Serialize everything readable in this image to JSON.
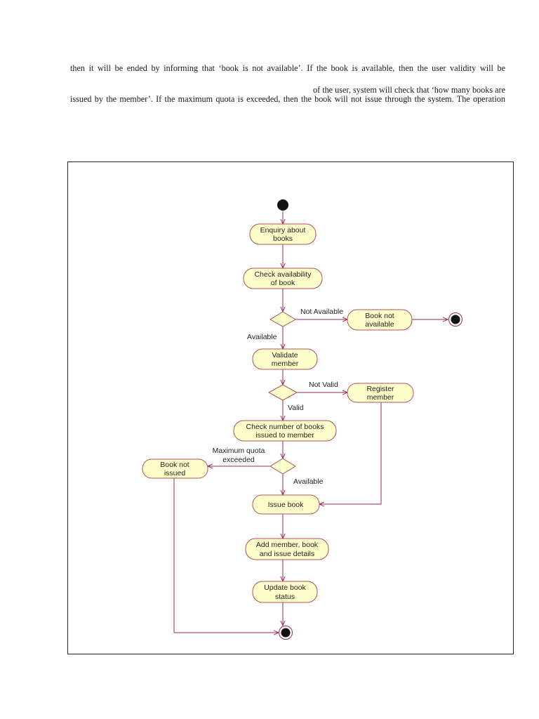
{
  "paragraph": {
    "line1": "then it will be ended by informing that ‘book is not available’. If the book is available, then the user validity will be",
    "line2": "of the user, system will check that ‘how many books are",
    "line3": "issued by the member’. If the maximum quota is exceeded, then the book will not issue through the system. The operation"
  },
  "diagram": {
    "nodes": {
      "enquiry": [
        "Enquiry about",
        "books"
      ],
      "check_availability": [
        "Check availability",
        "of book"
      ],
      "book_not_available": [
        "Book not",
        "available"
      ],
      "validate_member": [
        "Validate",
        "member"
      ],
      "register_member": [
        "Register",
        "member"
      ],
      "check_number": [
        "Check number of books",
        "issued to member"
      ],
      "book_not_issued": [
        "Book not",
        "issued"
      ],
      "issue_book": [
        "Issue book"
      ],
      "add_details": [
        "Add member, book",
        "and issue details"
      ],
      "update_status": [
        "Update book",
        "status"
      ]
    },
    "labels": {
      "not_available": "Not Available",
      "available_1": "Available",
      "not_valid": "Not Valid",
      "valid": "Valid",
      "max_quota": [
        "Maximum quota",
        "exceeded"
      ],
      "available_2": "Available"
    }
  },
  "colors": {
    "activity_fill": "#ffffcc",
    "activity_stroke": "#b0505a",
    "flow": "#9a2a5a"
  }
}
